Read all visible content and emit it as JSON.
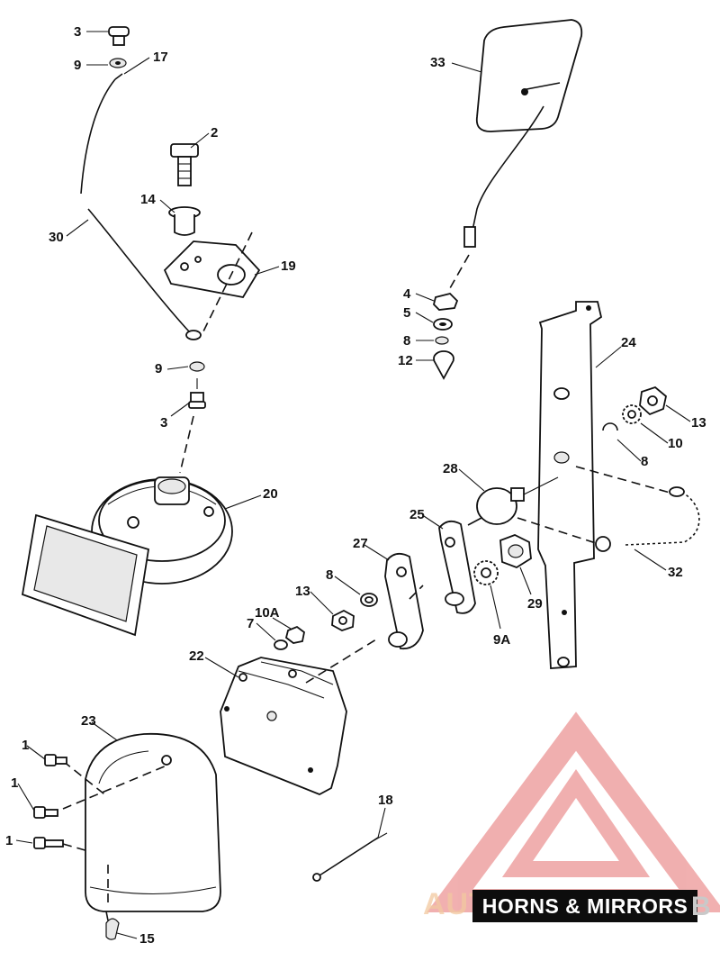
{
  "diagram": {
    "title": "HORNS & MIRRORS",
    "watermark": "AUTOMOTO",
    "watermark_tail": "B",
    "callouts": [
      {
        "id": "c-3a",
        "text": "3"
      },
      {
        "id": "c-9a",
        "text": "9"
      },
      {
        "id": "c-17",
        "text": "17"
      },
      {
        "id": "c-2",
        "text": "2"
      },
      {
        "id": "c-14",
        "text": "14"
      },
      {
        "id": "c-30",
        "text": "30"
      },
      {
        "id": "c-19",
        "text": "19"
      },
      {
        "id": "c-9b",
        "text": "9"
      },
      {
        "id": "c-3b",
        "text": "3"
      },
      {
        "id": "c-20",
        "text": "20"
      },
      {
        "id": "c-33",
        "text": "33"
      },
      {
        "id": "c-4",
        "text": "4"
      },
      {
        "id": "c-5",
        "text": "5"
      },
      {
        "id": "c-8a",
        "text": "8"
      },
      {
        "id": "c-12",
        "text": "12"
      },
      {
        "id": "c-24",
        "text": "24"
      },
      {
        "id": "c-13a",
        "text": "13"
      },
      {
        "id": "c-10",
        "text": "10"
      },
      {
        "id": "c-8b",
        "text": "8"
      },
      {
        "id": "c-28",
        "text": "28"
      },
      {
        "id": "c-25",
        "text": "25"
      },
      {
        "id": "c-27",
        "text": "27"
      },
      {
        "id": "c-8c",
        "text": "8"
      },
      {
        "id": "c-13b",
        "text": "13"
      },
      {
        "id": "c-10A",
        "text": "10A"
      },
      {
        "id": "c-7",
        "text": "7"
      },
      {
        "id": "c-9A",
        "text": "9A"
      },
      {
        "id": "c-29",
        "text": "29"
      },
      {
        "id": "c-32",
        "text": "32"
      },
      {
        "id": "c-22",
        "text": "22"
      },
      {
        "id": "c-23",
        "text": "23"
      },
      {
        "id": "c-1a",
        "text": "1"
      },
      {
        "id": "c-1b",
        "text": "1"
      },
      {
        "id": "c-1c",
        "text": "1"
      },
      {
        "id": "c-18",
        "text": "18"
      },
      {
        "id": "c-15",
        "text": "15"
      }
    ]
  }
}
